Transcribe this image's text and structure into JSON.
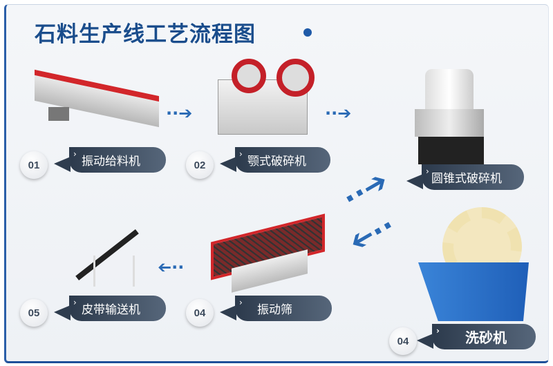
{
  "title": "石料生产线工艺流程图",
  "steps": [
    {
      "num": "01",
      "label": "振动给料机"
    },
    {
      "num": "02",
      "label": "颚式破碎机"
    },
    {
      "num": "",
      "label": "圆锥式破碎机"
    },
    {
      "num": "04",
      "label": "洗砂机"
    },
    {
      "num": "04",
      "label": "振动筛"
    },
    {
      "num": "05",
      "label": "皮带输送机"
    }
  ],
  "colors": {
    "accent": "#1a4d8c",
    "pill": "#3a4a5e"
  }
}
